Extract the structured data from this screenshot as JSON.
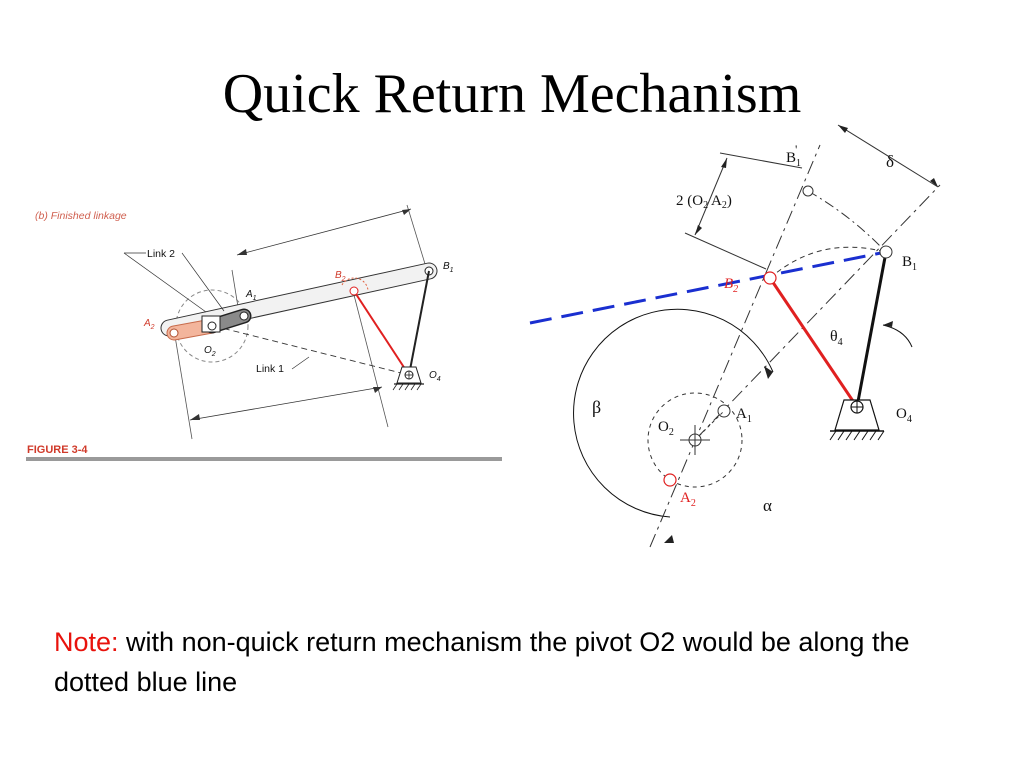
{
  "slide": {
    "title": "Quick Return Mechanism"
  },
  "left_figure": {
    "caption_top": "(b)  Finished linkage",
    "labels": {
      "link2": "Link 2",
      "link3_top": "",
      "link1": "Link 1",
      "link3_bottom": "",
      "link4": "",
      "a1": "A",
      "a1_sub": "1",
      "a2": "A",
      "a2_sub": "2",
      "b1": "B",
      "b1_sub": "1",
      "b2": "B",
      "b2_sub": "2",
      "o2": "O",
      "o2_sub": "2",
      "o4": "O",
      "o4_sub": "4"
    },
    "figure_number": "FIGURE 3-4",
    "figure_caption": ""
  },
  "right_figure": {
    "labels": {
      "b1_prime": "B",
      "b1_prime_sub": "1",
      "b1_prime_mark": "'",
      "delta": "δ",
      "dim_text": "2 (O",
      "dim_sub1": "2",
      "dim_mid": " A",
      "dim_sub2": "2",
      "dim_end": ")",
      "b1": "B",
      "b1_sub": "1",
      "b2": "B",
      "b2_sub": "2",
      "theta4": "θ",
      "theta4_sub": "4",
      "beta": "β",
      "a1": "A",
      "a1_sub": "1",
      "o2": "O",
      "o2_sub": "2",
      "o4": "O",
      "o4_sub": "4",
      "a2": "A",
      "a2_sub": "2",
      "alpha": "α"
    }
  },
  "note": {
    "label": "Note:",
    "text": " with non-quick return mechanism the pivot O2 would be along the dotted blue line"
  },
  "colors": {
    "red_link": "#e02020",
    "blue_dashed": "#1a2fd0",
    "note_label": "#e8120c",
    "salmon": "#f0a080"
  }
}
